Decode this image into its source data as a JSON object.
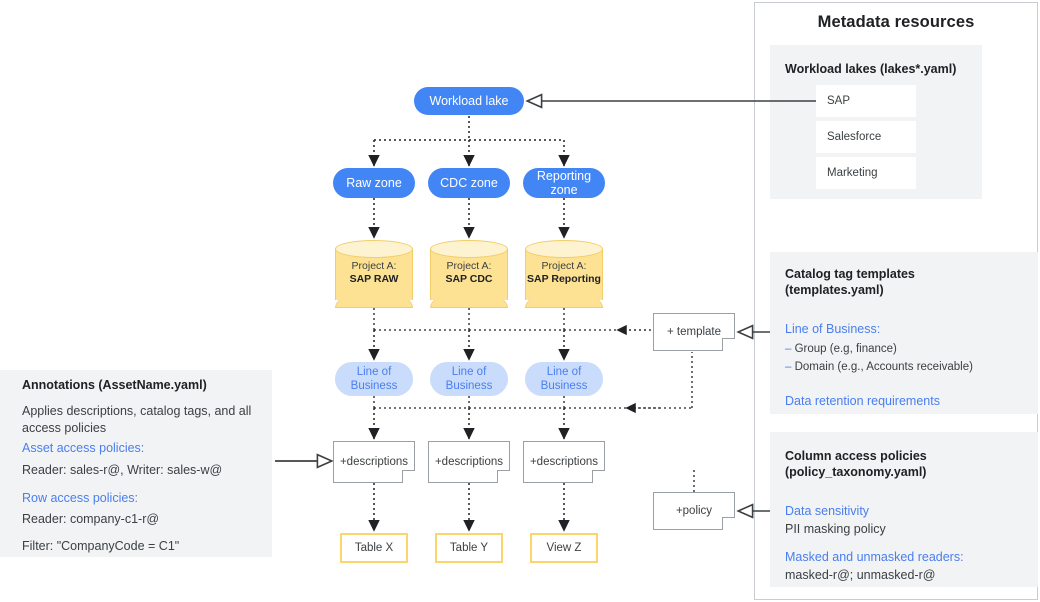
{
  "metadata_panel": {
    "title": "Metadata resources",
    "workload_lakes": {
      "title": "Workload lakes (lakes*.yaml)",
      "items": [
        "SAP",
        "Salesforce",
        "Marketing"
      ]
    },
    "catalog_tag_templates": {
      "title_line1": "Catalog tag templates",
      "title_line2": "(templates.yaml)",
      "line_of_business_label": "Line of Business:",
      "bullet_group": "Group (e.g, finance)",
      "bullet_domain": "Domain (e.g., Accounts receivable)",
      "data_retention_label": "Data retention requirements"
    },
    "column_access_policies": {
      "title_line1": "Column access policies",
      "title_line2": "(policy_taxonomy.yaml)",
      "data_sensitivity_label": "Data sensitivity",
      "data_sensitivity_value": "PII masking policy",
      "masked_readers_label": "Masked and unmasked readers:",
      "masked_readers_value": "masked-r@; unmasked-r@"
    }
  },
  "annotations_panel": {
    "title": "Annotations (AssetName.yaml)",
    "description": "Applies descriptions, catalog tags, and all access policies",
    "asset_access_label": "Asset access policies:",
    "asset_access_value": "Reader: sales-r@, Writer: sales-w@",
    "row_access_label": "Row access policies:",
    "row_access_value": "Reader: company-c1-r@",
    "filter_value": "Filter: \"CompanyCode = C1\""
  },
  "flow": {
    "workload_lake": "Workload lake",
    "zones": [
      "Raw zone",
      "CDC zone",
      "Reporting zone"
    ],
    "projects": [
      {
        "prefix": "Project A:",
        "name": "SAP RAW"
      },
      {
        "prefix": "Project A:",
        "name": "SAP CDC"
      },
      {
        "prefix": "Project A:",
        "name": "SAP Reporting"
      }
    ],
    "line_of_business": [
      "Line of Business",
      "Line of Business",
      "Line of Business"
    ],
    "descriptions": [
      "+descriptions",
      "+descriptions",
      "+descriptions"
    ],
    "outputs": [
      "Table X",
      "Table Y",
      "View Z"
    ],
    "template_note": "+ template",
    "policy_note": "+policy"
  },
  "colors": {
    "blue": "#4285f4",
    "light_blue": "#c9dcfb",
    "blue_text": "#4a7ef0",
    "amber": "#fde293",
    "amber_border": "#fcd66c",
    "gray_card": "#f1f3f4"
  }
}
